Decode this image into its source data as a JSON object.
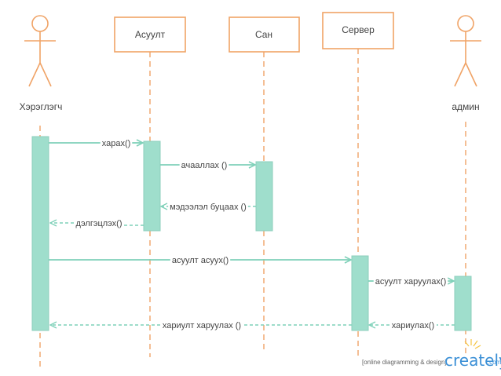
{
  "participants": {
    "user": "Хэрэглэгч",
    "query": "Асуулт",
    "db": "Сан",
    "server": "Сервер",
    "admin": "админ"
  },
  "messages": {
    "m1": "харах()",
    "m2": "ачааллах ()",
    "m3": "мэдээлэл буцаах ()",
    "m4": "дэлгэцлэх()",
    "m5": "асуулт асуух()",
    "m6": "асуулт харуулах()",
    "m7": "хариулах()",
    "m8": "хариулт харуулах ()"
  },
  "watermark": {
    "tagline": "[online diagramming & design]",
    "logo": "creately",
    "suffix": ".com"
  },
  "colors": {
    "actor": "#f0a366",
    "box_border": "#f0a366",
    "lifeline": "#f0a366",
    "activation_fill": "#9fdecc",
    "activation_stroke": "#8ccfbc",
    "message": "#7fd1b9"
  }
}
